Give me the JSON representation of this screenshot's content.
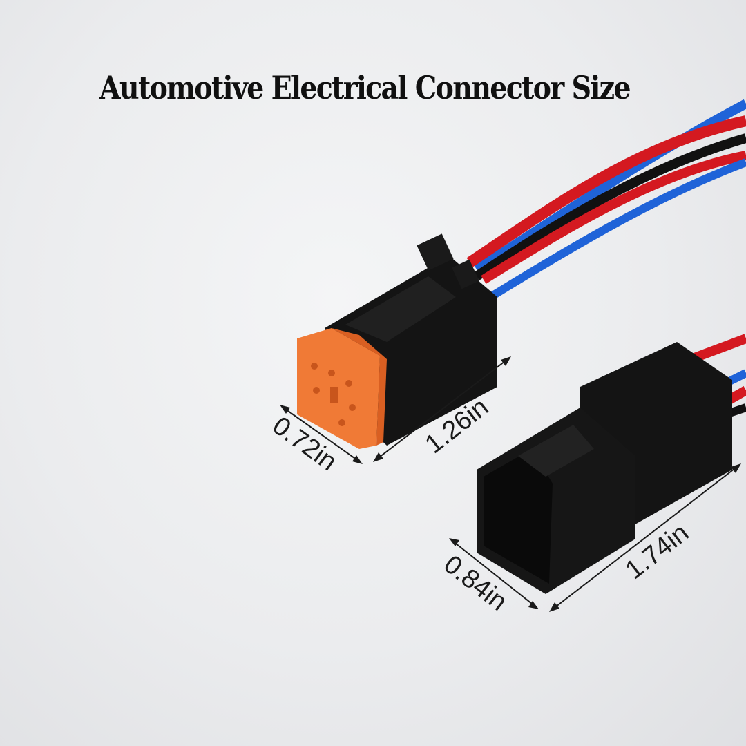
{
  "title": "Automotive Electrical Connector Size",
  "female_connector": {
    "width_label": "0.72in",
    "length_label": "1.26in"
  },
  "male_connector": {
    "width_label": "0.84in",
    "length_label": "1.74in"
  },
  "colors": {
    "connector_body": "#141414",
    "seal_orange": "#f07a36",
    "wire_red": "#d41920",
    "wire_blue": "#1f63d8",
    "wire_black": "#111111",
    "background": "#ebecee"
  }
}
